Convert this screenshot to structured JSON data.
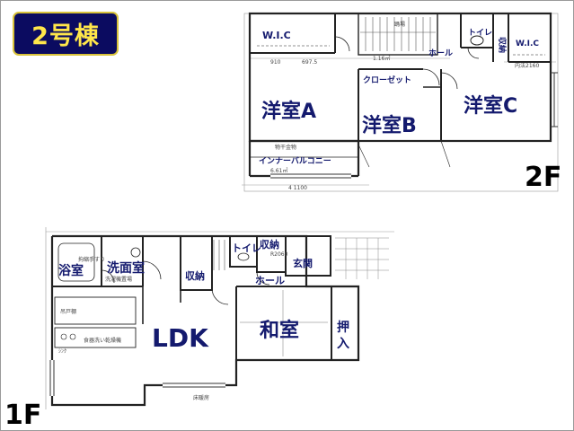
{
  "badge": "2号棟",
  "floors": {
    "second": {
      "label": "2F",
      "rooms": {
        "wic_left": "W.I.C",
        "wic_right": "W.I.C",
        "toilet": "トイレ",
        "hall": "ホール",
        "closet": "クローゼット",
        "closet_small": "収納",
        "room_a": "洋室A",
        "room_b": "洋室B",
        "room_c": "洋室C",
        "balcony": "インナーバルコニー"
      }
    },
    "first": {
      "label": "1F",
      "rooms": {
        "bath": "浴室",
        "washroom": "洗面室",
        "toilet": "トイレ",
        "storage_top": "収納",
        "storage_mid": "収納",
        "entrance": "玄関",
        "hall": "ホール",
        "ldk": "LDK",
        "washitsu": "和室",
        "oshiire": "押入"
      }
    }
  }
}
